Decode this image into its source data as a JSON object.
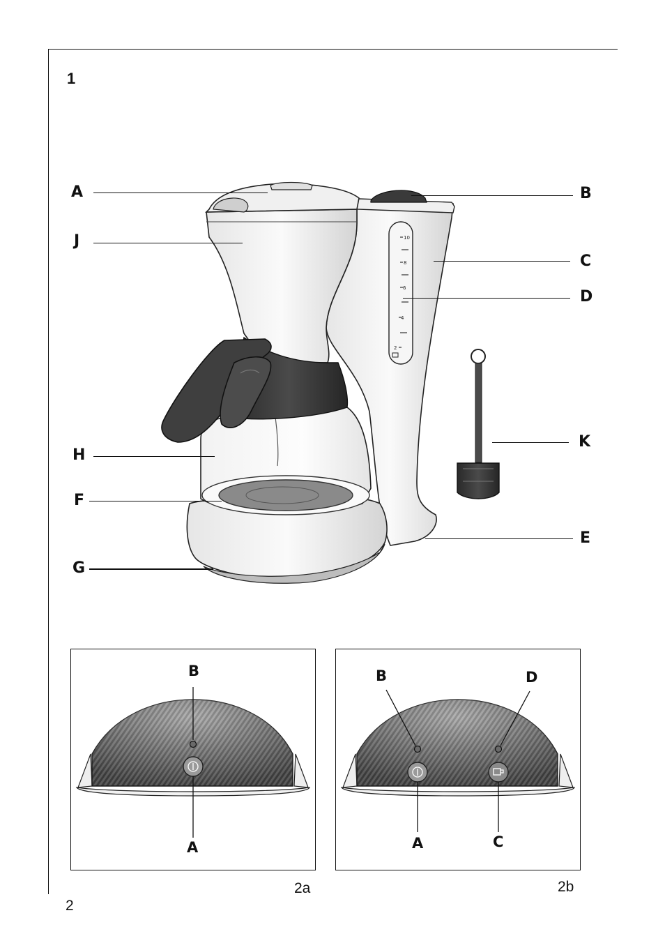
{
  "page": {
    "figure_number": "1",
    "page_number": "2"
  },
  "figure1": {
    "labels": {
      "A": "A",
      "B": "B",
      "C": "C",
      "D": "D",
      "E": "E",
      "F": "F",
      "G": "G",
      "H": "H",
      "J": "J",
      "K": "K"
    },
    "scale_marks": [
      "10",
      "8",
      "6",
      "4",
      "2"
    ]
  },
  "figure2a": {
    "caption": "2a",
    "labels": {
      "A": "A",
      "B": "B"
    }
  },
  "figure2b": {
    "caption": "2b",
    "labels": {
      "A": "A",
      "B": "B",
      "C": "C",
      "D": "D"
    }
  }
}
